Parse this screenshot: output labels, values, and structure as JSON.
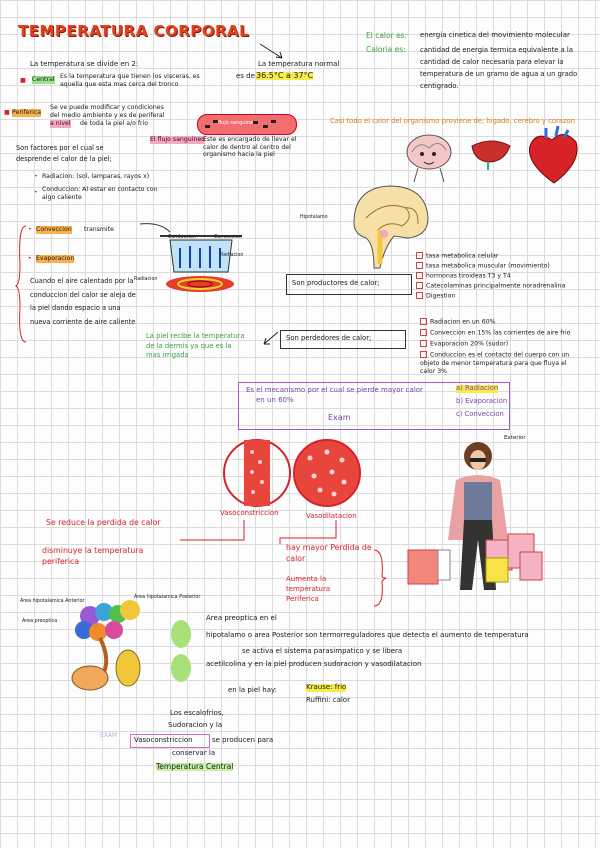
{
  "title": "TEMPERATURA CORPORAL",
  "header": {
    "question": "La temperatura se divide en 2:",
    "normal_label": "La temperatura normal",
    "normal_range_prefix": "es de",
    "normal_range": "36.5°C a 37°C",
    "central_label": "Central",
    "central_text": "Es la temperatura que tienen los visceras, es aquella que esta mas cerca del tronco"
  },
  "definitions": {
    "calor_label": "El calor es:",
    "calor_text": "energia cinetica del movimiento molecular",
    "caloria_label": "Caloria es:",
    "caloria_text": "cantidad de energia termica equivalente a la cantidad de calor necesaria para elevar la temperatura de un gramo de agua a un grado centigrado."
  },
  "periferica": {
    "label": "Periferica",
    "text1": "Se ve puede modificar y condiciones del medio ambiente y es de periferal",
    "text2": "a nivel",
    "text3": "de toda la piel a/o frio",
    "factors_text": "Son factores por el cual se desprende el calor de la piel;",
    "radiacion": "Radiacion: (sol, lamparas, rayos x)",
    "conduccion": "Conduccion: Al estar en contacto con algo caliente"
  },
  "flujo": {
    "label_top": "flujo sanguineo",
    "label": "El flujo sanguineo",
    "text": "Este es encargado de llevar el calor de dentro al centro del organismo hacia la piel"
  },
  "organs": {
    "heading": "Casi todo el calor del organismo proviene de; higado, cerebro y corazon"
  },
  "convection": {
    "conveccion_label": "Conveccion",
    "conveccion_text": "transmite",
    "evaporacion_label": "Evaporacion",
    "body_text": "Cuando el aire calentado por la conduccion del calor se aleja de la piel dando espacio a una nueva corriente de aire caliente",
    "diagram_labels": [
      "Conduccion",
      "Conveccion",
      "Radiacion",
      "Radiacion"
    ]
  },
  "brain": {
    "label": "Hipotalamo",
    "productores": "Son productores de calor;"
  },
  "producers": [
    "tasa metabolica celular",
    "tasa metabolica muscular (movimiento)",
    "hormonas tiroideas T3 y T4",
    "Catecolaminas principalmente noradrenalina",
    "Digestion"
  ],
  "perdedores": {
    "label": "Son perdedores de calor;",
    "skin_text": "La piel recibe la temperatura de la dermis ya que es la mas irrigada",
    "items": [
      "Radiacion en un 60%",
      "Conveccion en 15% las corrientes de aire frio",
      "Evaporacion 20% (sudor)",
      "Conduccion es el contacto del cuerpo con un objeto de menor temperatura para que fluya el calor 3%"
    ]
  },
  "exam_box": {
    "text": "Es el mecanismo por el cual se pierde mayor calor",
    "pct": "en un 60%",
    "exam": "Exam",
    "options": [
      "a) Radiacion",
      "b) Evaporacion",
      "c) Conveccion"
    ]
  },
  "vessels": {
    "left_label": "Vasoconstriccion",
    "right_label": "Vasodilatacion",
    "left_notes": [
      "Se reduce la perdida de calor",
      "disminuye la temperatura periferica"
    ],
    "right_notes": [
      "hay mayor Perdida de calor",
      "Aumenta la temperatura Periferica"
    ]
  },
  "figure_label": "Exterior",
  "hypothalamus": {
    "labels": [
      "Area hipotalamica Anterior",
      "Area preoptica",
      "Area hipotalamica Posterior"
    ],
    "text1": "Area preoptica en el",
    "text2": "hipotalamo o area Posterior son termorreguladores que detecta el aumento de temperatura",
    "text3": "se activa el sistema parasimpatico y se libera",
    "text4": "acetilcolina y en la piel producen sudoracion y vasodilatacion",
    "skin": "en la piel hay:",
    "krause": "Krause: frio",
    "ruffini": "Ruffini: calor"
  },
  "footer": {
    "exam": "EXAM",
    "line1": "Los escalofrios,",
    "line2": "Sudoracion y la",
    "vaso": "Vasoconstriccion",
    "line3": "se producen para",
    "line4": "conservar la",
    "central": "Temperatura Central"
  }
}
